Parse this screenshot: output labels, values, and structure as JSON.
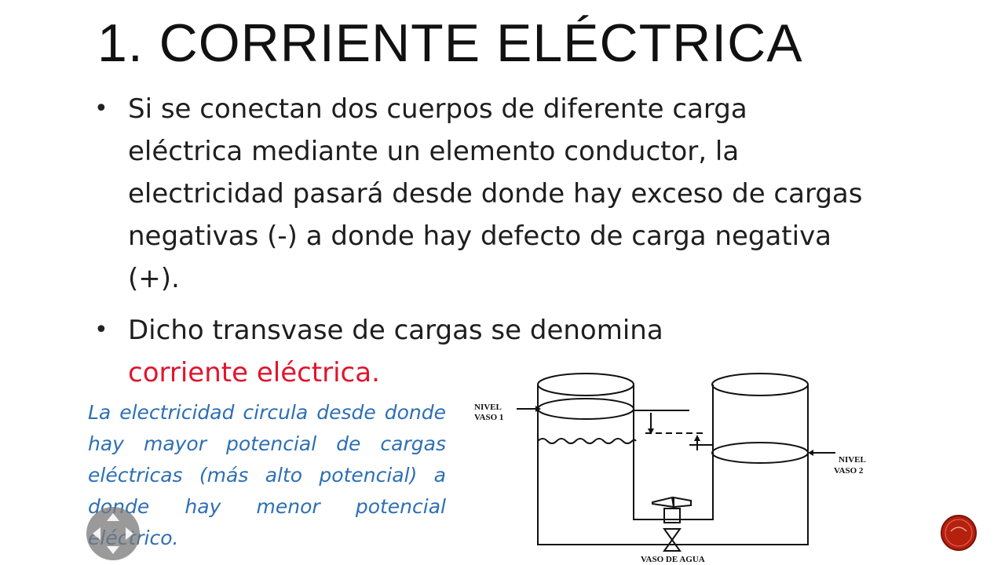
{
  "slide": {
    "title": "1. CORRIENTE ELÉCTRICA",
    "bullets": [
      {
        "text": "Si se conectan dos cuerpos de diferente carga eléctrica mediante un elemento conductor, la electricidad pasará desde donde hay exceso de cargas negativas (-) a donde hay defecto de carga negativa (+)."
      },
      {
        "text": "Dicho transvase de cargas se denomina ",
        "highlight": "corriente eléctrica."
      }
    ],
    "note": "La electricidad circula desde donde hay mayor potencial de cargas eléctricas (más alto potencial) a donde hay menor potencial eléctrico."
  },
  "diagram": {
    "label_vaso1_line1": "NIVEL",
    "label_vaso1_line2": "VASO 1",
    "label_vaso2_line1": "NIVEL",
    "label_vaso2_line2": "VASO 2",
    "caption": "VASO DE AGUA"
  },
  "colors": {
    "highlight": "#e0152d",
    "note": "#2d6fb3",
    "corner_icon": "#b5200f"
  },
  "icons": {
    "nav": "move-arrows-icon",
    "corner": "circle-logo-icon"
  }
}
